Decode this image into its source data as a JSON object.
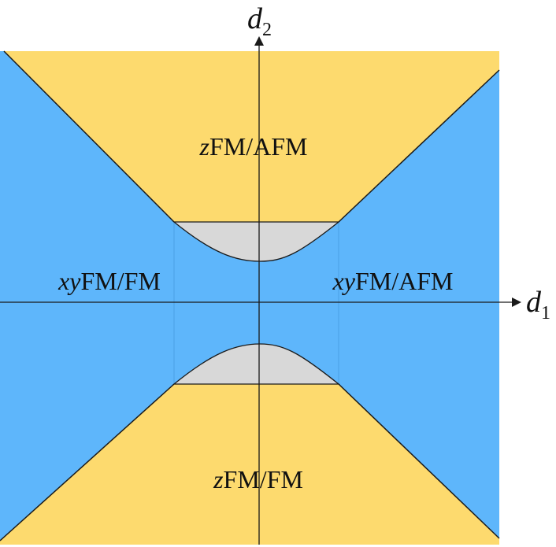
{
  "labels": {
    "z_fm_afm": {
      "prefix": "z",
      "suffix": "FM/AFM"
    },
    "z_fm_fm": {
      "prefix": "z",
      "suffix": "FM/FM"
    },
    "xy_fm_fm": {
      "prefix": "xy",
      "suffix": "FM/FM"
    },
    "xy_fm_afm": {
      "prefix": "xy",
      "suffix": "FM/AFM"
    }
  },
  "axes": {
    "horizontal": {
      "symbol": "d",
      "subscript": "1"
    },
    "vertical": {
      "symbol": "d",
      "subscript": "2"
    }
  },
  "colors": {
    "z_region": "#FDDA6E",
    "xy_region": "#5EB6FB",
    "gap_region": "#D8D8D8",
    "line": "#1a1a1a"
  }
}
